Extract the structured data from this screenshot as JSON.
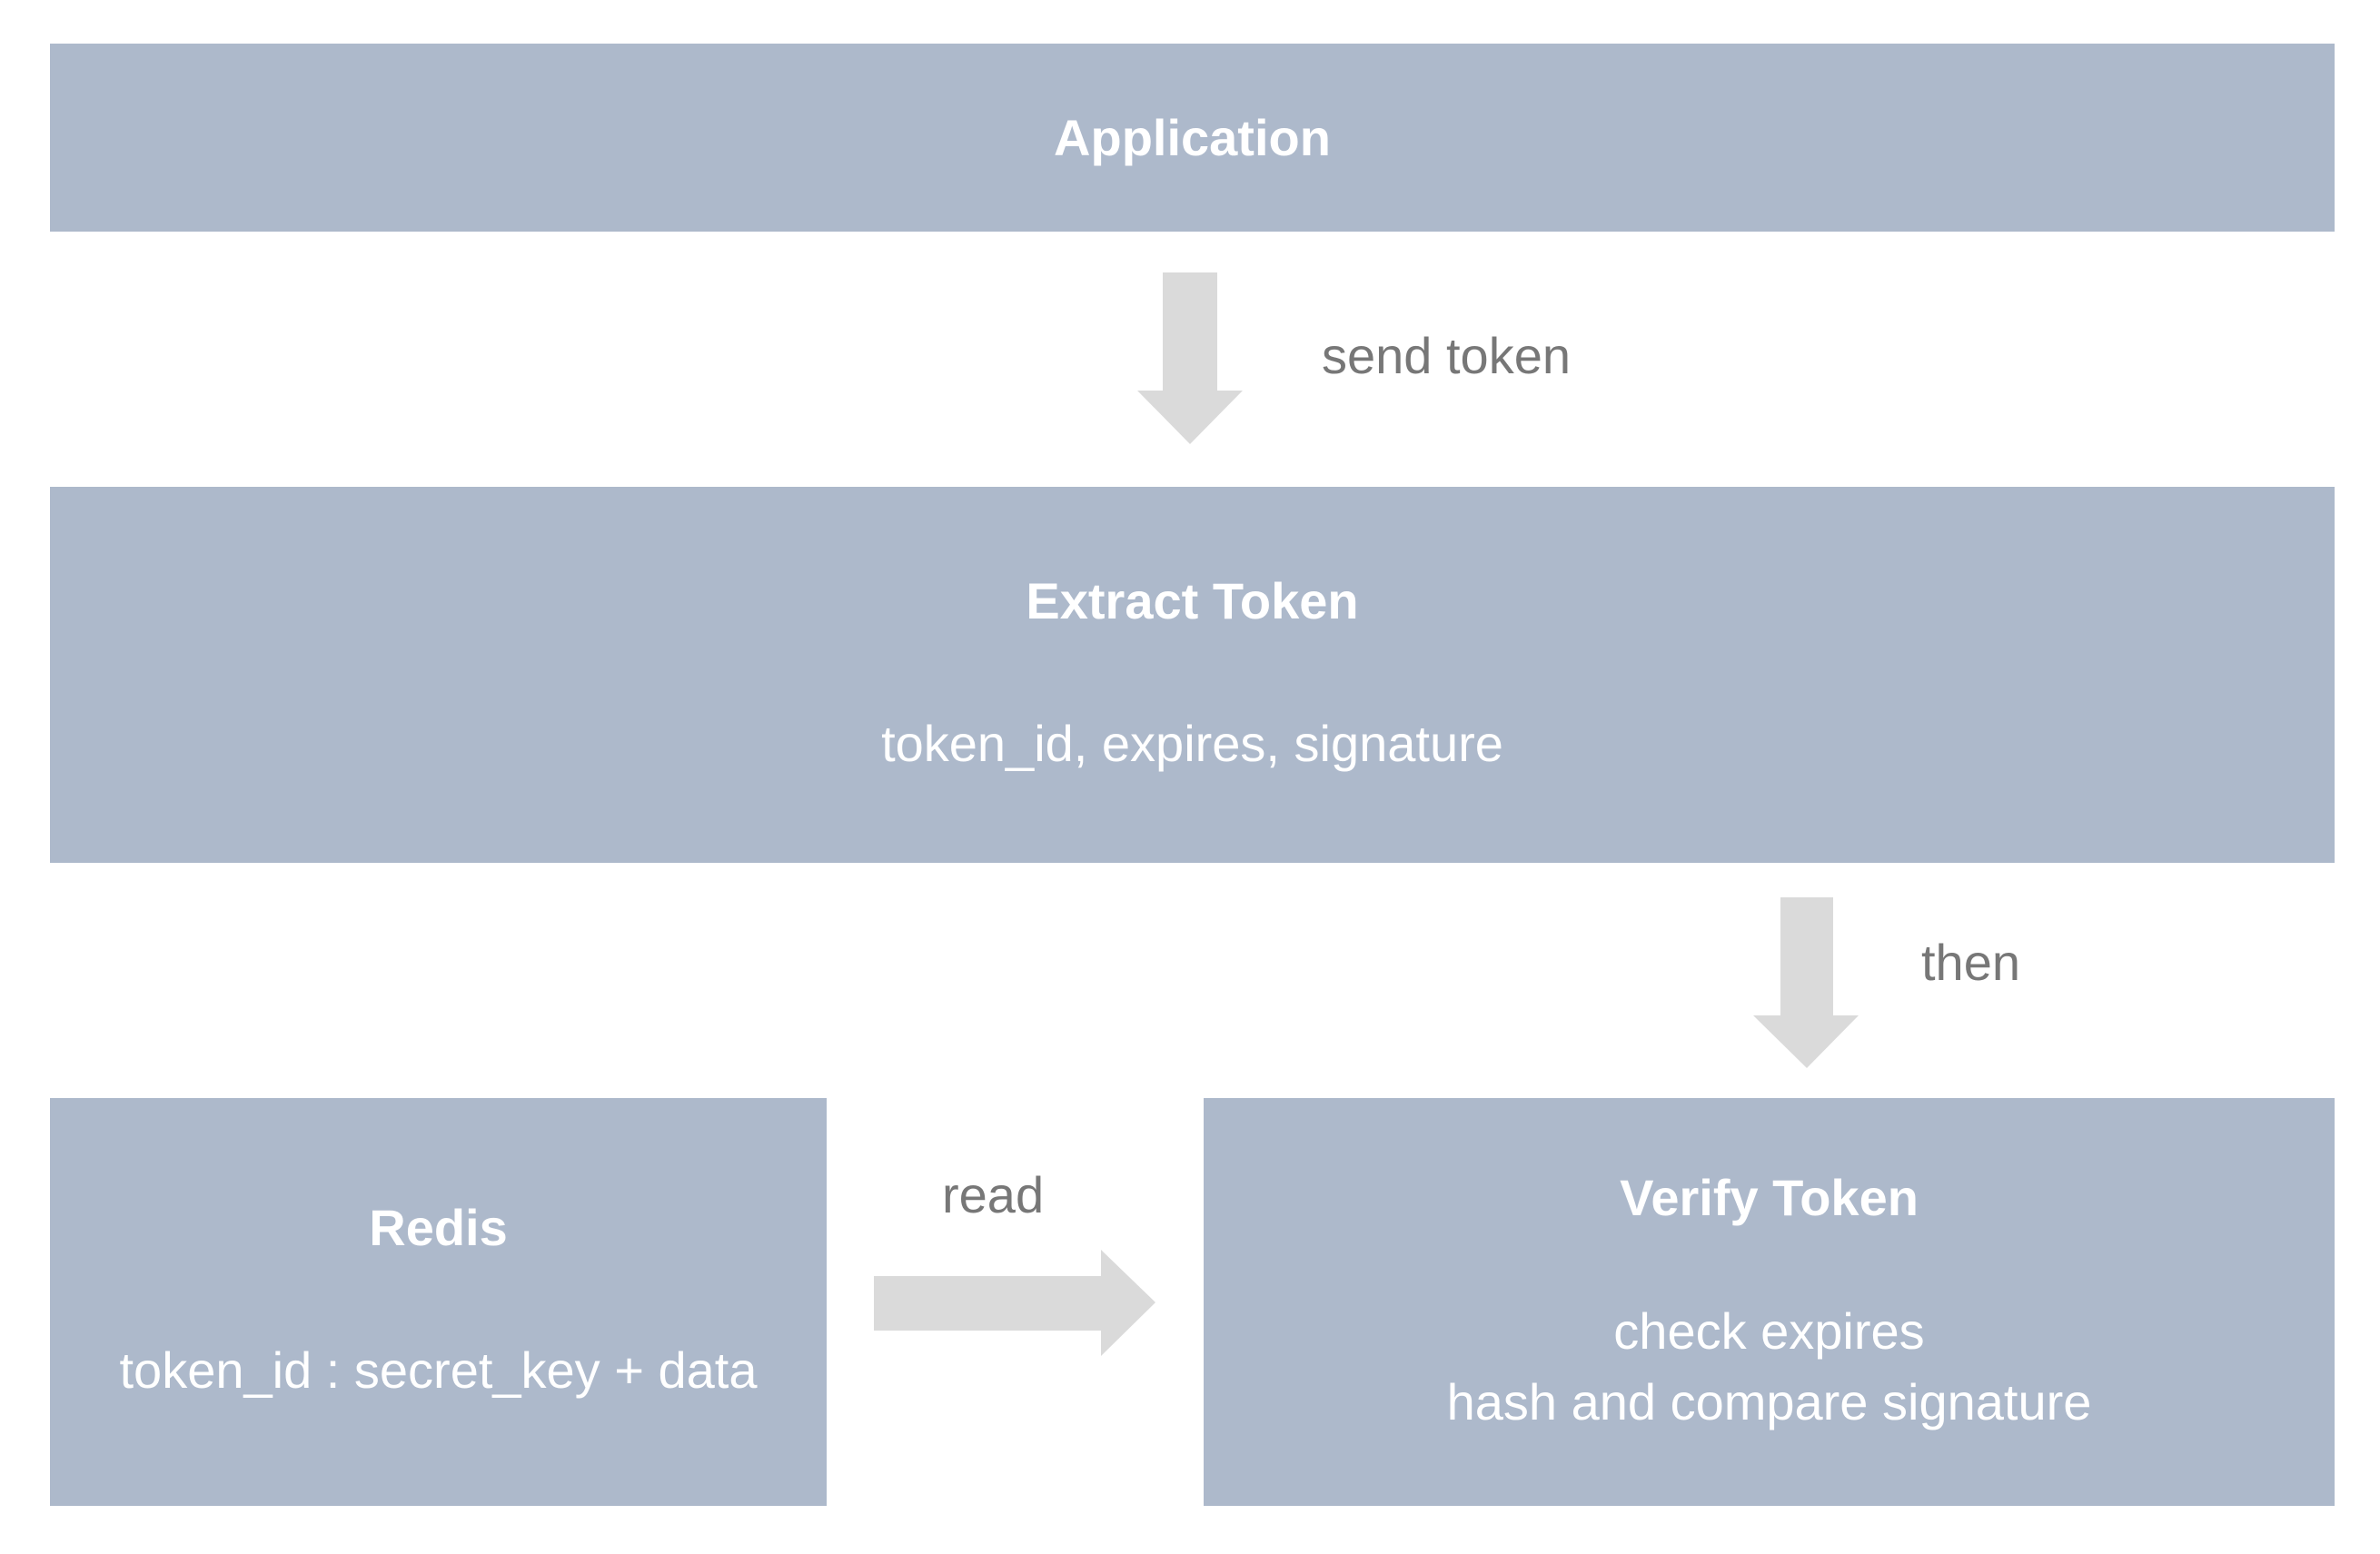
{
  "nodes": {
    "application": {
      "title": "Application"
    },
    "extract": {
      "title": "Extract Token",
      "body": "token_id, expires, signature"
    },
    "redis": {
      "title": "Redis",
      "body": "token_id : secret_key + data"
    },
    "verify": {
      "title": "Verify Token",
      "body_lines": [
        "check expires",
        "hash and compare signature"
      ]
    }
  },
  "edges": {
    "send": {
      "label": "send token"
    },
    "then": {
      "label": "then"
    },
    "read": {
      "label": "read"
    }
  },
  "colors": {
    "box_fill": "#adb9cb",
    "box_text": "#ffffff",
    "arrow_fill": "#dadada",
    "label_text": "#777777"
  }
}
